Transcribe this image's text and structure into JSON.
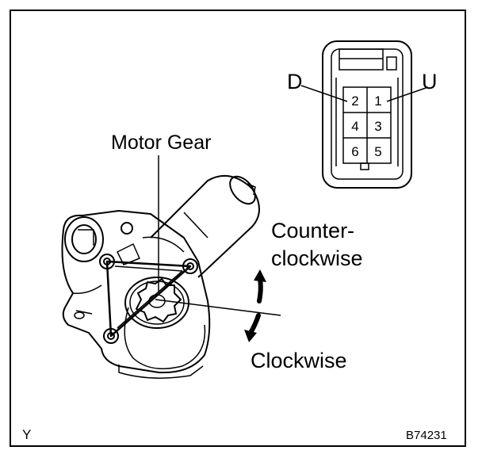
{
  "connector": {
    "labels": {
      "left": "D",
      "right": "U"
    },
    "pins": [
      "2",
      "1",
      "4",
      "3",
      "6",
      "5"
    ]
  },
  "motor": {
    "gear_label": "Motor Gear",
    "ccw_label_line1": "Counter-",
    "ccw_label_line2": "clockwise",
    "cw_label": "Clockwise"
  },
  "footer": {
    "corner_mark": "Y",
    "figure_code": "B74231"
  }
}
